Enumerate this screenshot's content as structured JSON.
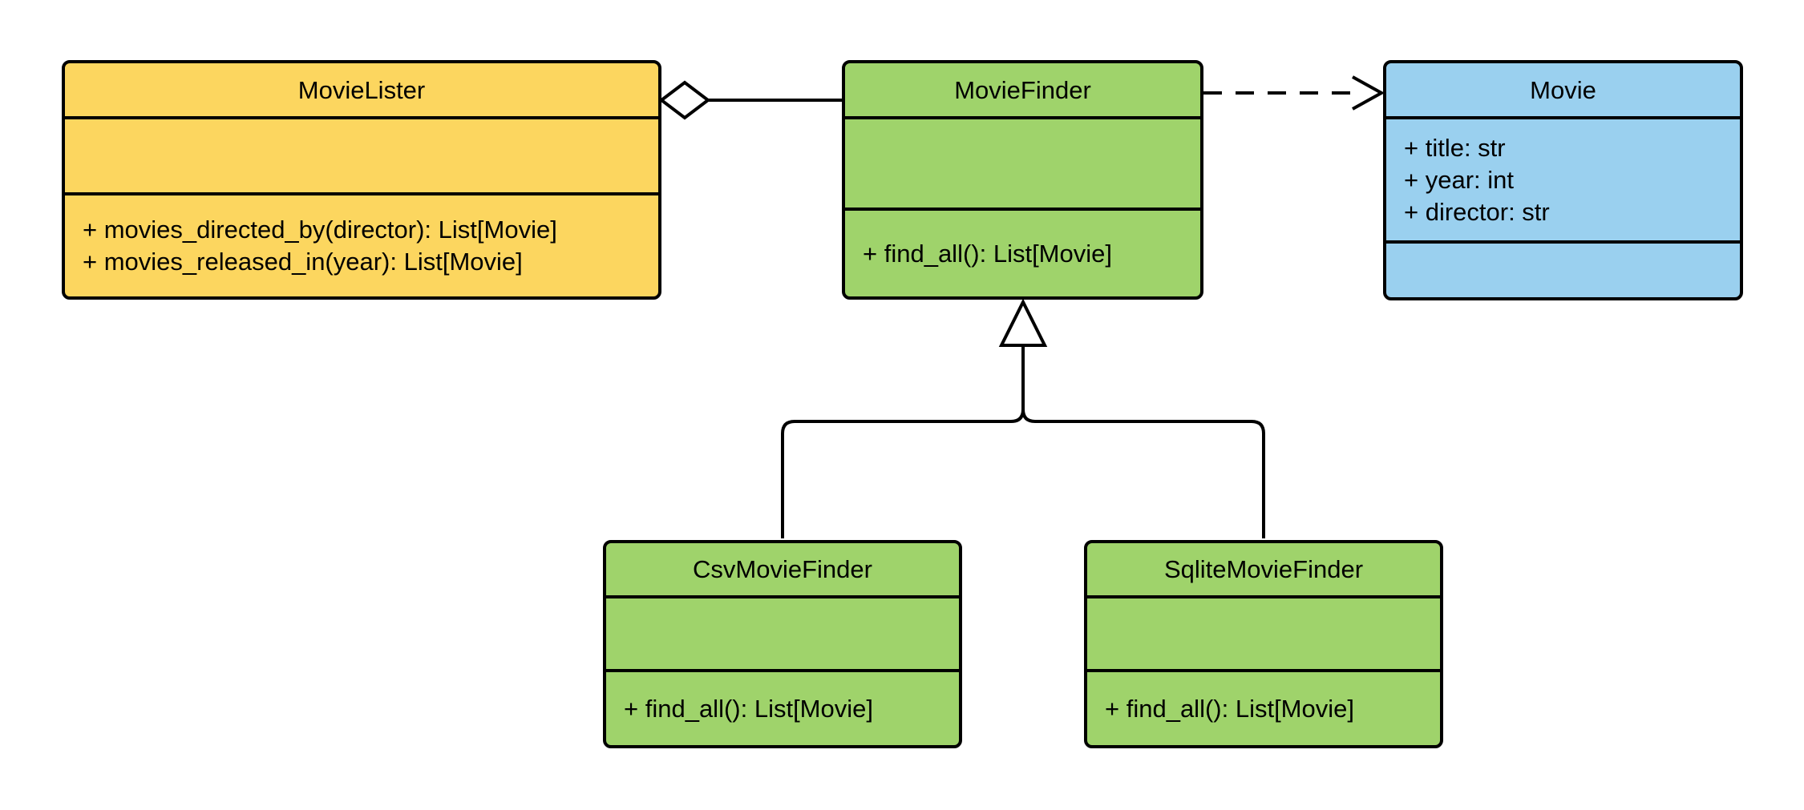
{
  "diagram": {
    "type": "uml-class-diagram",
    "background_color": "#FFFFFF",
    "stroke_color": "#000000",
    "colors": {
      "movie_lister_fill": "#FCD65F",
      "movie_finder_fill": "#9FD36B",
      "movie_fill": "#9AD0EF"
    },
    "classes": {
      "movieLister": {
        "name": "MovieLister",
        "fill": "#FCD65F",
        "attributes": [],
        "methods": [
          "+ movies_directed_by(director): List[Movie]",
          "+ movies_released_in(year): List[Movie]"
        ]
      },
      "movieFinder": {
        "name": "MovieFinder",
        "fill": "#9FD36B",
        "attributes": [],
        "methods": [
          "+ find_all(): List[Movie]"
        ]
      },
      "movie": {
        "name": "Movie",
        "fill": "#9AD0EF",
        "attributes": [
          "+ title: str",
          "+ year: int",
          "+ director: str"
        ],
        "methods": []
      },
      "csvMovieFinder": {
        "name": "CsvMovieFinder",
        "fill": "#9FD36B",
        "attributes": [],
        "methods": [
          "+ find_all(): List[Movie]"
        ]
      },
      "sqliteMovieFinder": {
        "name": "SqliteMovieFinder",
        "fill": "#9FD36B",
        "attributes": [],
        "methods": [
          "+ find_all(): List[Movie]"
        ]
      }
    },
    "relationships": [
      {
        "type": "aggregation",
        "from": "MovieLister",
        "to": "MovieFinder",
        "marker": "hollow-diamond-at-MovieLister",
        "line": "solid"
      },
      {
        "type": "dependency",
        "from": "MovieFinder",
        "to": "Movie",
        "marker": "open-arrow-at-Movie",
        "line": "dashed"
      },
      {
        "type": "inheritance",
        "from": "CsvMovieFinder",
        "to": "MovieFinder",
        "marker": "hollow-triangle-at-MovieFinder",
        "line": "solid"
      },
      {
        "type": "inheritance",
        "from": "SqliteMovieFinder",
        "to": "MovieFinder",
        "marker": "hollow-triangle-at-MovieFinder",
        "line": "solid"
      }
    ]
  }
}
